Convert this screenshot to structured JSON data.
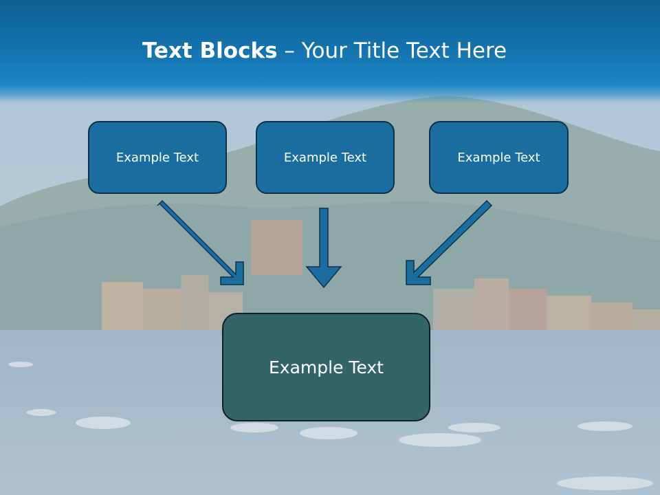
{
  "slide": {
    "title_bold": "Text Blocks",
    "title_rest": " – Your Title Text Here",
    "blocks": [
      {
        "label": "Example Text"
      },
      {
        "label": "Example Text"
      },
      {
        "label": "Example Text"
      }
    ],
    "main_block": {
      "label": "Example Text"
    }
  },
  "colors": {
    "title_bar": "#1476b3",
    "small_box": "#1a6e9f",
    "main_box": "#326468",
    "arrow": "#1a6e9f"
  },
  "background": {
    "description_icon": "harbor-photo-image"
  }
}
